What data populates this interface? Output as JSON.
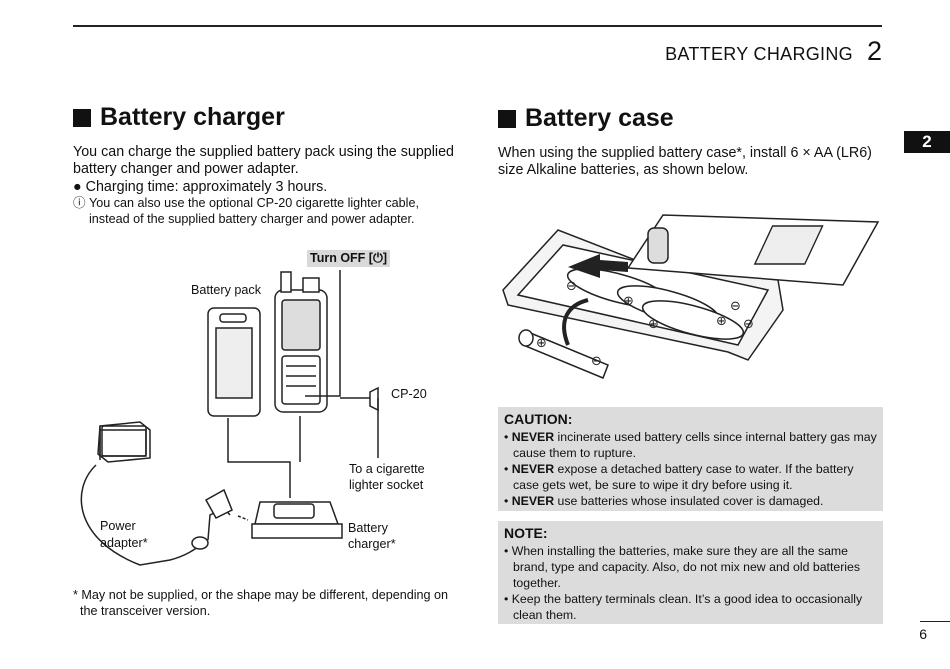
{
  "header": {
    "section_title": "BATTERY CHARGING",
    "chapter_number": "2"
  },
  "side_tab": "2",
  "page_number": "6",
  "left": {
    "heading": "Battery charger",
    "intro": "You can charge the supplied battery pack using the supplied battery changer and power adapter.",
    "bullet": "Charging time: approximately 3 hours.",
    "note": "You can also use the optional CP-20 cigarette lighter cable, instead of the supplied battery charger and power adapter.",
    "figure": {
      "turn_off": "Turn OFF [⏻]",
      "battery_pack": "Battery pack",
      "cp20": "CP-20",
      "cig_socket_1": "To a cigarette",
      "cig_socket_2": "lighter socket",
      "power_adapter_1": "Power",
      "power_adapter_2": "adapter*",
      "charger_1": "Battery",
      "charger_2": "charger*"
    },
    "footnote_1": "* May not be supplied, or the shape may be different, depending on",
    "footnote_2": "the transceiver version."
  },
  "right": {
    "heading": "Battery case",
    "intro": "When using the supplied battery case*,  install 6 × AA (LR6) size Alkaline batteries, as shown below.",
    "caution": {
      "title": "CAUTION:",
      "items": [
        {
          "strong": "NEVER",
          "text": " incinerate used battery cells since internal battery gas may cause them to rupture."
        },
        {
          "strong": "NEVER",
          "text": " expose a detached battery case to water. If the battery case gets wet, be sure to wipe it dry before using it."
        },
        {
          "strong": "NEVER",
          "text": " use batteries whose insulated cover is damaged."
        }
      ]
    },
    "note": {
      "title": "NOTE:",
      "items": [
        "When installing the batteries, make sure they are all the same brand, type and capacity. Also, do not mix new and old batteries together.",
        "Keep the battery terminals clean. It’s a good idea to occasionally clean them."
      ]
    }
  }
}
